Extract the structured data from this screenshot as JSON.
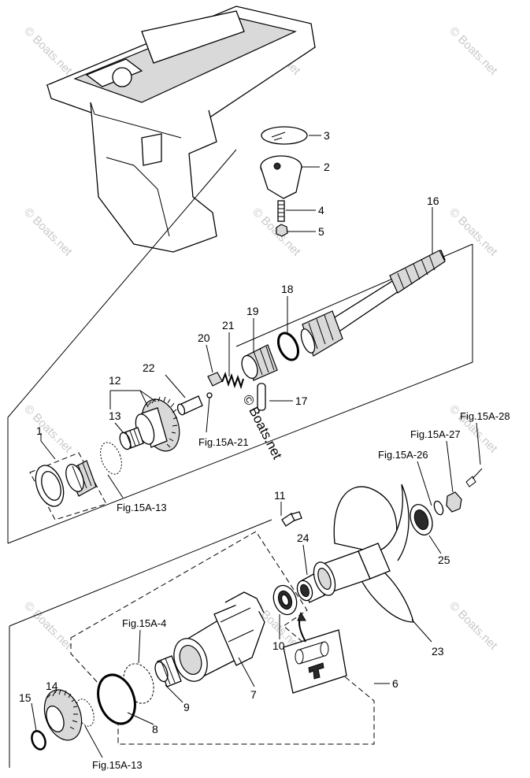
{
  "parts": [
    {
      "id": "part-3",
      "label": "3"
    },
    {
      "id": "part-2",
      "label": "2"
    },
    {
      "id": "part-4",
      "label": "4"
    },
    {
      "id": "part-5",
      "label": "5"
    },
    {
      "id": "part-16",
      "label": "16"
    },
    {
      "id": "part-18",
      "label": "18"
    },
    {
      "id": "part-19",
      "label": "19"
    },
    {
      "id": "part-21",
      "label": "21"
    },
    {
      "id": "part-20",
      "label": "20"
    },
    {
      "id": "part-22",
      "label": "22"
    },
    {
      "id": "part-17",
      "label": "17"
    },
    {
      "id": "part-12",
      "label": "12"
    },
    {
      "id": "part-13",
      "label": "13"
    },
    {
      "id": "part-1",
      "label": "1"
    },
    {
      "id": "part-11",
      "label": "11"
    },
    {
      "id": "part-24",
      "label": "24"
    },
    {
      "id": "part-25",
      "label": "25"
    },
    {
      "id": "part-23",
      "label": "23"
    },
    {
      "id": "part-10",
      "label": "10"
    },
    {
      "id": "part-7",
      "label": "7"
    },
    {
      "id": "part-6",
      "label": "6"
    },
    {
      "id": "part-9",
      "label": "9"
    },
    {
      "id": "part-8",
      "label": "8"
    },
    {
      "id": "part-14",
      "label": "14"
    },
    {
      "id": "part-15",
      "label": "15"
    }
  ],
  "figure_refs": [
    {
      "id": "ref-15a-21",
      "label": "Fig.15A-21"
    },
    {
      "id": "ref-15a-13-top",
      "label": "Fig.15A-13"
    },
    {
      "id": "ref-15a-28",
      "label": "Fig.15A-28"
    },
    {
      "id": "ref-15a-27",
      "label": "Fig.15A-27"
    },
    {
      "id": "ref-15a-26",
      "label": "Fig.15A-26"
    },
    {
      "id": "ref-15a-4",
      "label": "Fig.15A-4"
    },
    {
      "id": "ref-15a-13-bottom",
      "label": "Fig.15A-13"
    }
  ],
  "watermark": {
    "text": "© Boats.net",
    "center_text": "© Boats.net"
  }
}
